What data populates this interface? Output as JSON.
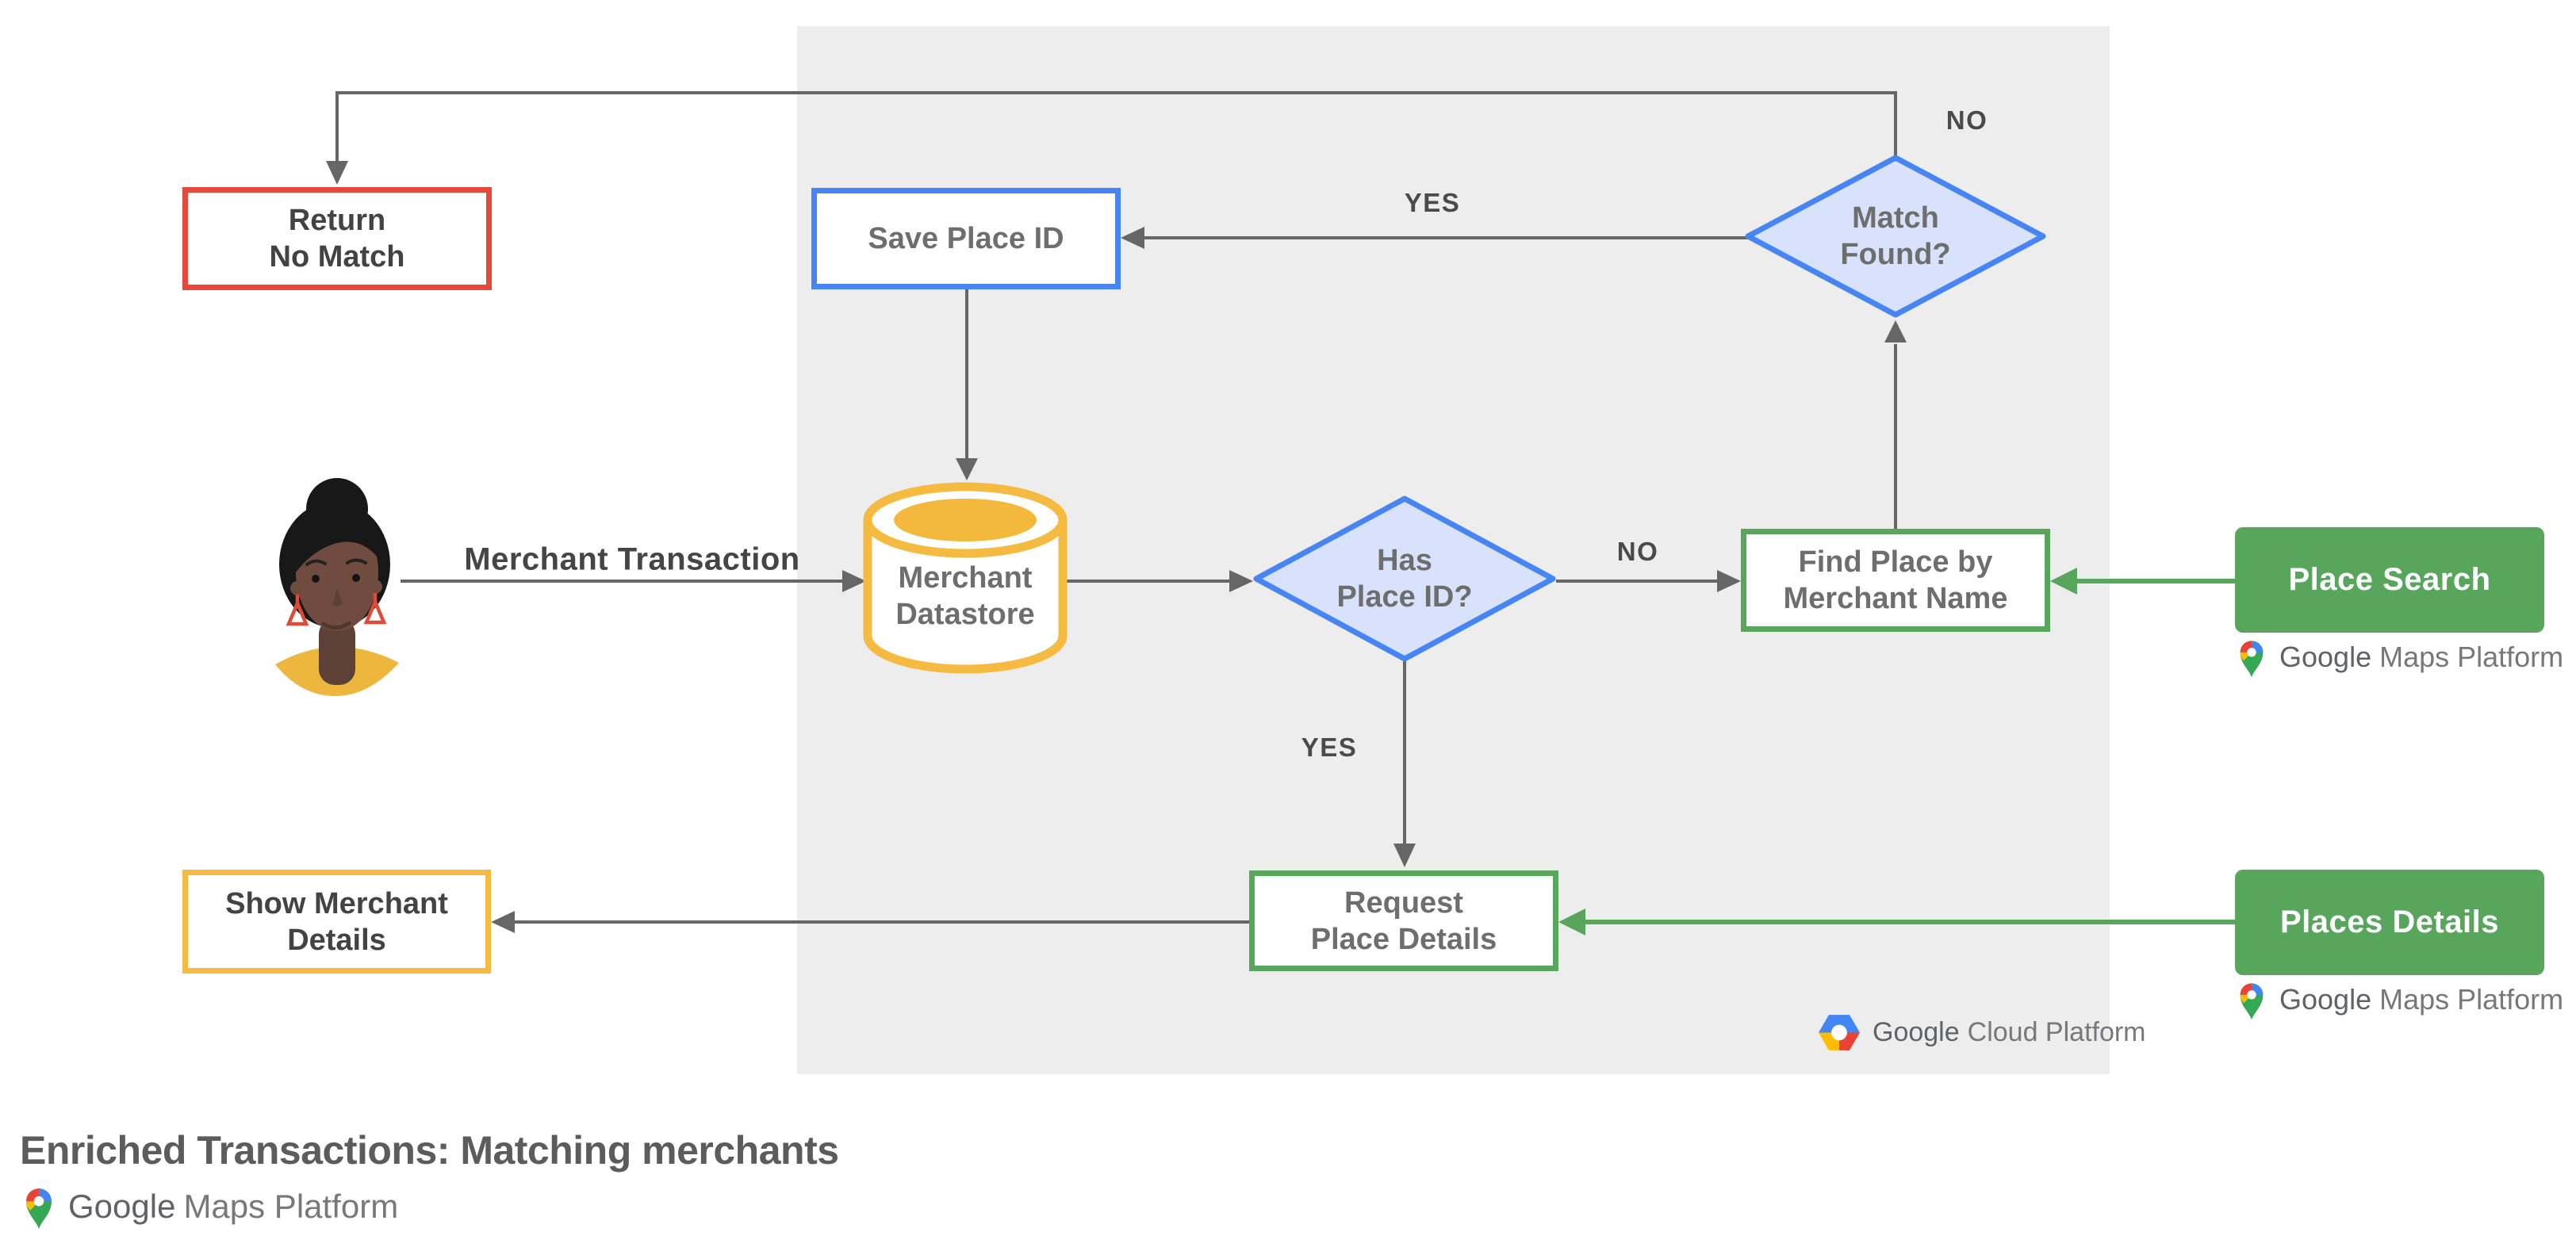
{
  "title": "Enriched Transactions: Matching merchants",
  "nodes": {
    "return_no_match": {
      "label": "Return\nNo Match"
    },
    "save_place_id": {
      "label": "Save Place ID"
    },
    "match_found": {
      "label": "Match\nFound?"
    },
    "merchant_datastore": {
      "label": "Merchant\nDatastore"
    },
    "has_place_id": {
      "label": "Has\nPlace ID?"
    },
    "find_place_by_merchant_name": {
      "label": "Find Place by\nMerchant Name"
    },
    "request_place_details": {
      "label": "Request\nPlace Details"
    },
    "show_merchant_details": {
      "label": "Show Merchant\nDetails"
    },
    "place_search": {
      "label": "Place Search"
    },
    "places_details": {
      "label": "Places Details"
    }
  },
  "edges": {
    "match_found_no": "NO",
    "match_found_yes": "YES",
    "has_place_id_no": "NO",
    "has_place_id_yes": "YES",
    "merchant_transaction": "Merchant Transaction"
  },
  "logos": {
    "maps_platform": {
      "brand": "Google",
      "product": "Maps Platform"
    },
    "cloud_platform": {
      "brand": "Google",
      "product": "Cloud Platform"
    }
  },
  "colors": {
    "panel": "#EDEDEE",
    "red": "#E8483C",
    "blue": "#4785F4",
    "blue_fill": "#D8E3FB",
    "yellow": "#F5BB41",
    "green": "#57A65C",
    "wire": "#666666",
    "text_dark": "#434343",
    "text_mid": "#6E6E6E"
  }
}
